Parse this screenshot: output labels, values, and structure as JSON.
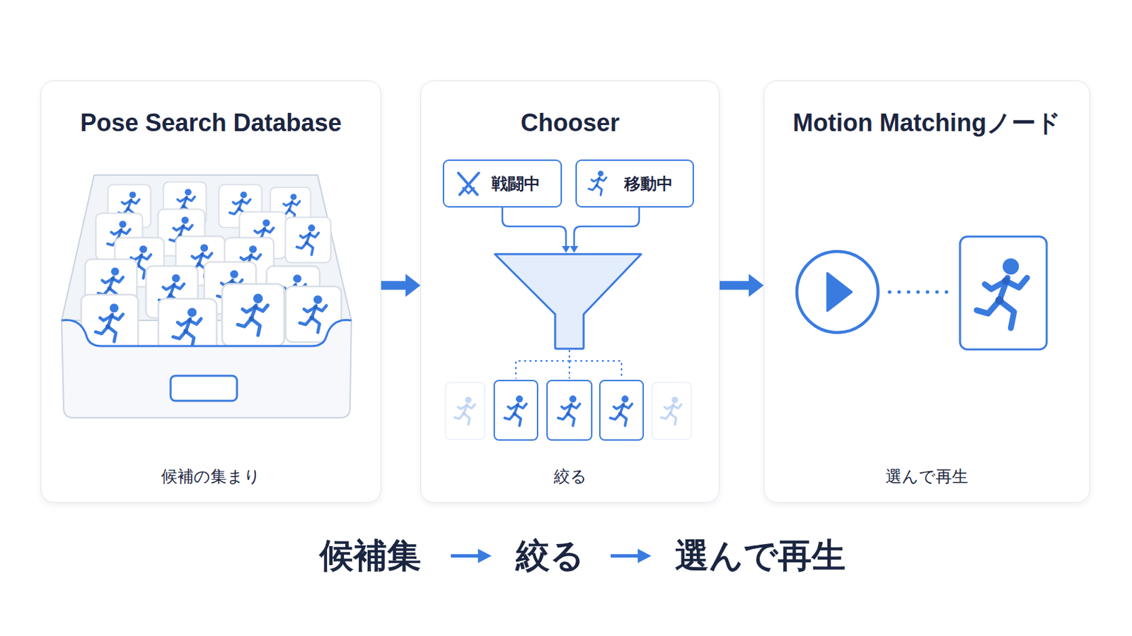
{
  "diagram": {
    "nodes": [
      {
        "text": [
          "Pose Search Database",
          "候補の集まり"
        ]
      },
      {
        "text": [
          "Chooser",
          "絞る"
        ]
      },
      {
        "text": [
          "戦闘中"
        ],
        "in": 1
      },
      {
        "text": [
          "移動中"
        ],
        "in": 1
      },
      {
        "text": [
          "Motion Matchingノード",
          "選んで再生"
        ]
      }
    ],
    "edges": [
      {
        "from": 0,
        "to": 1,
        "arrow": "to"
      },
      {
        "from": 1,
        "to": 4,
        "arrow": "to"
      }
    ],
    "labels": [
      "候補集",
      "絞る",
      "選んで再生"
    ]
  }
}
